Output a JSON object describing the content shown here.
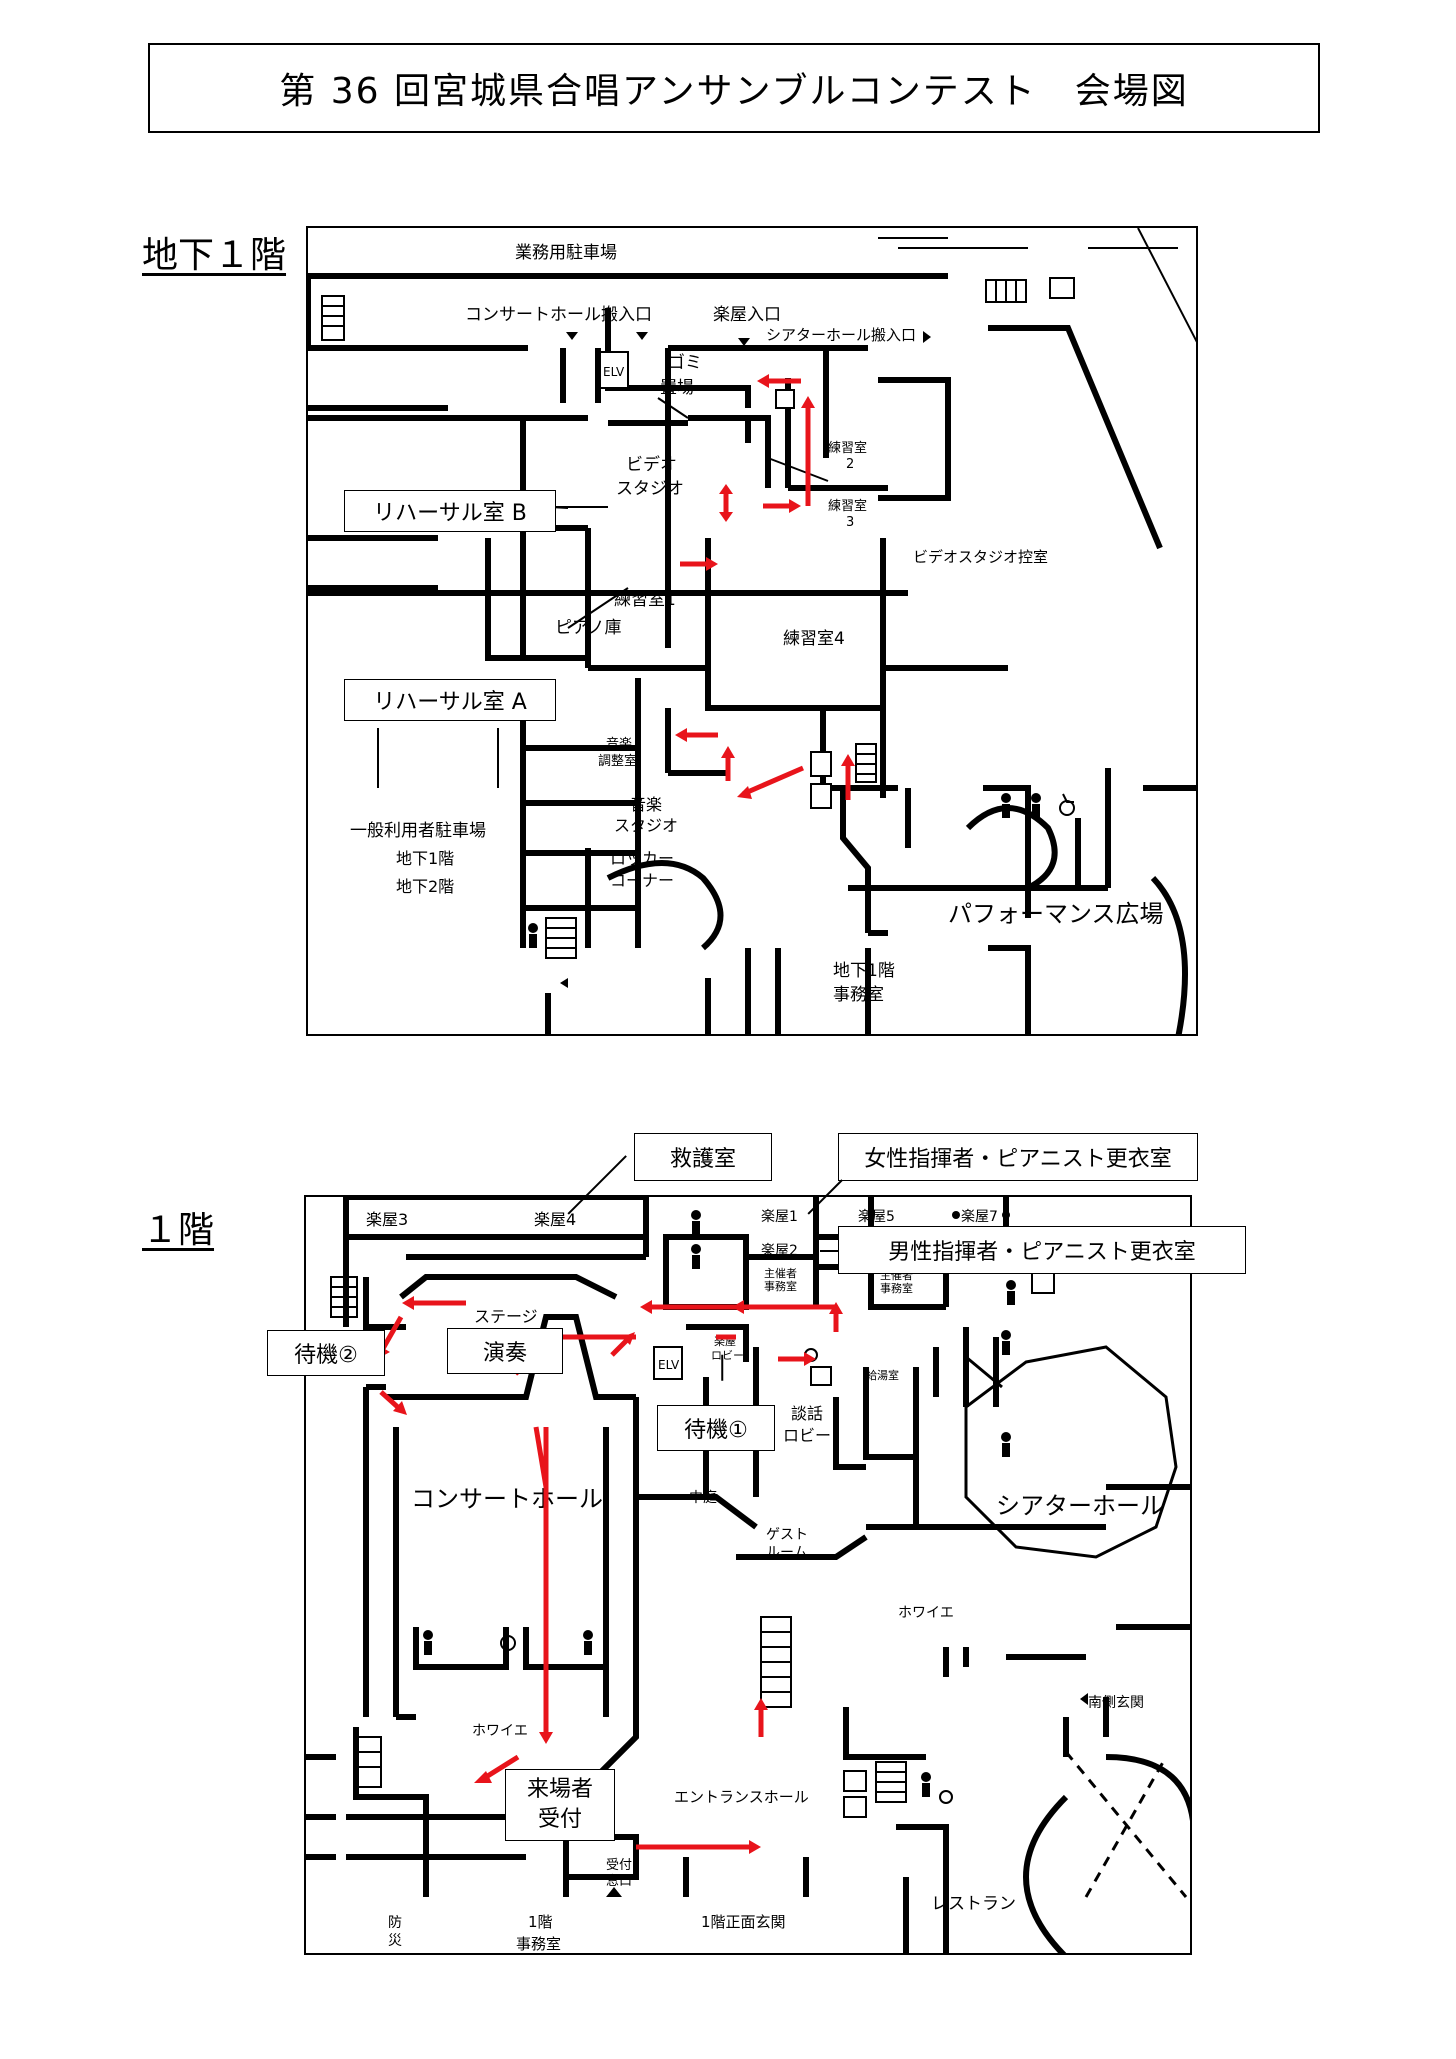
{
  "title": "第 36 回宮城県合唱アンサンブルコンテスト　会場図",
  "b1": {
    "floor_label": "地下１階",
    "labels": {
      "staff_parking": "業務用駐車場",
      "concert_loading": "コンサートホール搬入口",
      "green_room_entrance": "楽屋入口",
      "theater_loading": "シアターホール搬入口",
      "elv": "ELV",
      "garbage_1": "ゴミ",
      "garbage_2": "置場",
      "video_1": "ビデオ",
      "video_2": "スタジオ",
      "practice2_1": "練習室",
      "practice2_2": "2",
      "practice3_1": "練習室",
      "practice3_2": "3",
      "video_control": "ビデオスタジオ控室",
      "practice1": "練習室1",
      "practice4": "練習室4",
      "piano_storage": "ピアノ庫",
      "music_adj_1": "音楽",
      "music_adj_2": "調整室",
      "music_studio_1": "音楽",
      "music_studio_2": "スタジオ",
      "locker_1": "ロッカー",
      "locker_2": "コーナー",
      "public_parking": "一般利用者駐車場",
      "parking_b1": "地下1階",
      "parking_b2": "地下2階",
      "performance_plaza": "パフォーマンス広場",
      "b1_office_1": "地下1階",
      "b1_office_2": "事務室"
    },
    "callouts": {
      "rehearsal_b": "リハーサル室 B",
      "rehearsal_a": "リハーサル室 A"
    }
  },
  "f1": {
    "floor_label": "１階",
    "labels": {
      "green3": "楽屋3",
      "green4": "楽屋4",
      "green1": "楽屋1",
      "green2": "楽屋2",
      "green5": "楽屋5",
      "green7": "楽屋7",
      "organizer_office_a_1": "主催者",
      "organizer_office_a_2": "事務室",
      "organizer_office_b_1": "主催者",
      "organizer_office_b_2": "事務室",
      "stage": "ステージ",
      "elv": "ELV",
      "green_lobby_1": "楽屋",
      "green_lobby_2": "ロビー",
      "kitchen": "給湯室",
      "lounge_1": "談話",
      "lounge_2": "ロビー",
      "concert_hall": "コンサートホール",
      "courtyard": "中庭",
      "guest_room_1": "ゲスト",
      "guest_room_2": "ルーム",
      "theater_hall": "シアターホール",
      "foyer_right": "ホワイエ",
      "foyer_left": "ホワイエ",
      "south_entrance": "南側玄関",
      "entrance_hall": "エントランスホール",
      "reception_window_1": "受付",
      "reception_window_2": "窓口",
      "main_entrance": "1階正面玄関",
      "restaurant": "レストラン",
      "f1_office_1": "1階",
      "f1_office_2": "事務室",
      "disaster_1": "防",
      "disaster_2": "災"
    },
    "callouts": {
      "first_aid": "救護室",
      "female_dressing": "女性指揮者・ピアニスト更衣室",
      "male_dressing": "男性指揮者・ピアニスト更衣室",
      "standby2": "待機②",
      "performance": "演奏",
      "standby1": "待機①",
      "visitor_reception_1": "来場者",
      "visitor_reception_2": "受付"
    }
  },
  "colors": {
    "route_arrow": "#e8141b",
    "line": "#000000"
  },
  "icons": [
    "elevator-icon",
    "restroom-icon",
    "wheelchair-icon",
    "stairs-icon",
    "entrance-triangle-icon"
  ]
}
